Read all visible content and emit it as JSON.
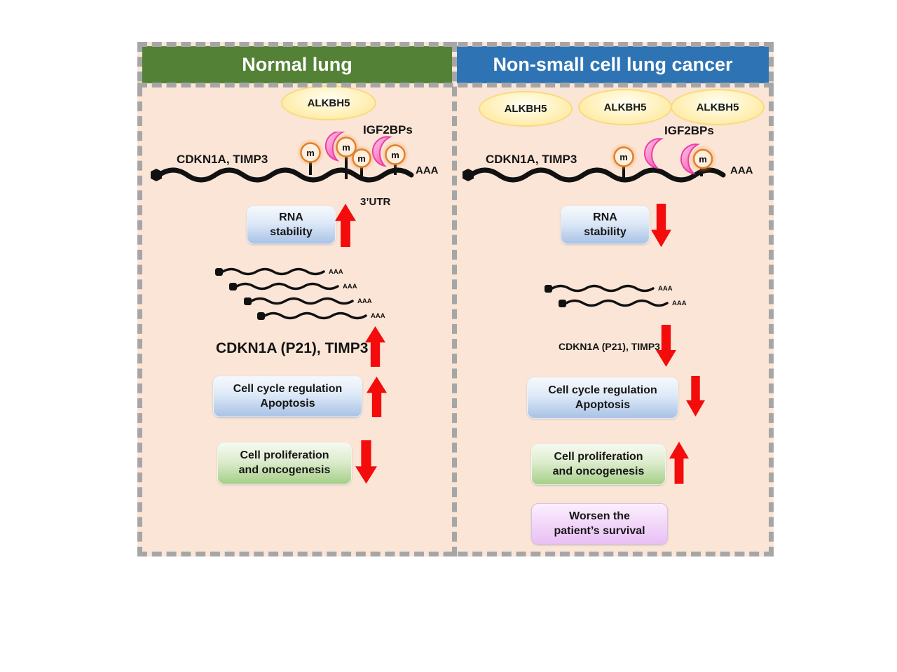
{
  "figure": {
    "left": {
      "title": "Normal lung",
      "alkbh5": "ALKBH5",
      "igf2bps": "IGF2BPs",
      "genes": "CDKN1A, TIMP3",
      "m": "m",
      "aaa": "AAA",
      "utr": "3’UTR",
      "rna_line1": "RNA",
      "rna_line2": "stability",
      "protein": "CDKN1A (P21), TIMP3",
      "cycle_line1": "Cell cycle regulation",
      "cycle_line2": "Apoptosis",
      "prolif_line1": "Cell proliferation",
      "prolif_line2": "and oncogenesis"
    },
    "right": {
      "title": "Non-small cell lung cancer",
      "alkbh5": "ALKBH5",
      "igf2bps": "IGF2BPs",
      "genes": "CDKN1A, TIMP3",
      "m": "m",
      "aaa": "AAA",
      "rna_line1": "RNA",
      "rna_line2": "stability",
      "protein": "CDKN1A (P21), TIMP3",
      "cycle_line1": "Cell cycle regulation",
      "cycle_line2": "Apoptosis",
      "prolif_line1": "Cell proliferation",
      "prolif_line2": "and oncogenesis",
      "survival_line1": "Worsen the",
      "survival_line2": "patient’s survival"
    },
    "colors": {
      "header_left": "#538135",
      "header_right": "#2E74B5",
      "panel_background": "#FBE5D6",
      "dashed_border": "#A6A6A6",
      "arrow_red": "#F40B0B",
      "enzyme_yellow": "#FFE48D",
      "crescent_pink": "#F558B4",
      "m_site_orange": "#E2802E"
    }
  }
}
